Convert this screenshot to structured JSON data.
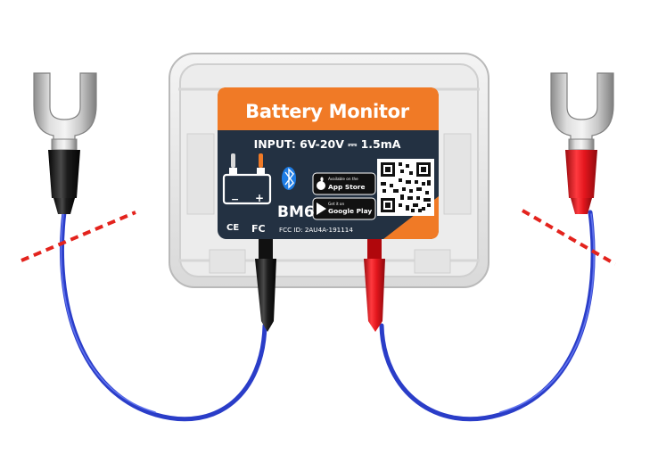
{
  "label": {
    "title": "Battery Monitor",
    "input_spec": "INPUT: 6V-20V ⎓ 1.5mA",
    "model": "BM6",
    "ce_mark": "CE",
    "fc_mark": "FC",
    "fcc_id": "FCC ID: 2AU4A-191114",
    "terminal_negative": "−",
    "terminal_positive": "+"
  },
  "badges": {
    "app_store_small": "Available on the",
    "app_store_big": "App Store",
    "google_play_small": "Get it on",
    "google_play_big": "Google Play"
  },
  "colors": {
    "label_background": "#233142",
    "title_band": "#f07a26",
    "red_lead": "#e3161d",
    "black_lead": "#161616",
    "blue_wire": "#2a3dc8",
    "cut_marker": "#e3231d"
  },
  "icons": [
    "bluetooth-icon",
    "battery-icon",
    "apple-icon",
    "google-play-icon",
    "qr-code"
  ]
}
